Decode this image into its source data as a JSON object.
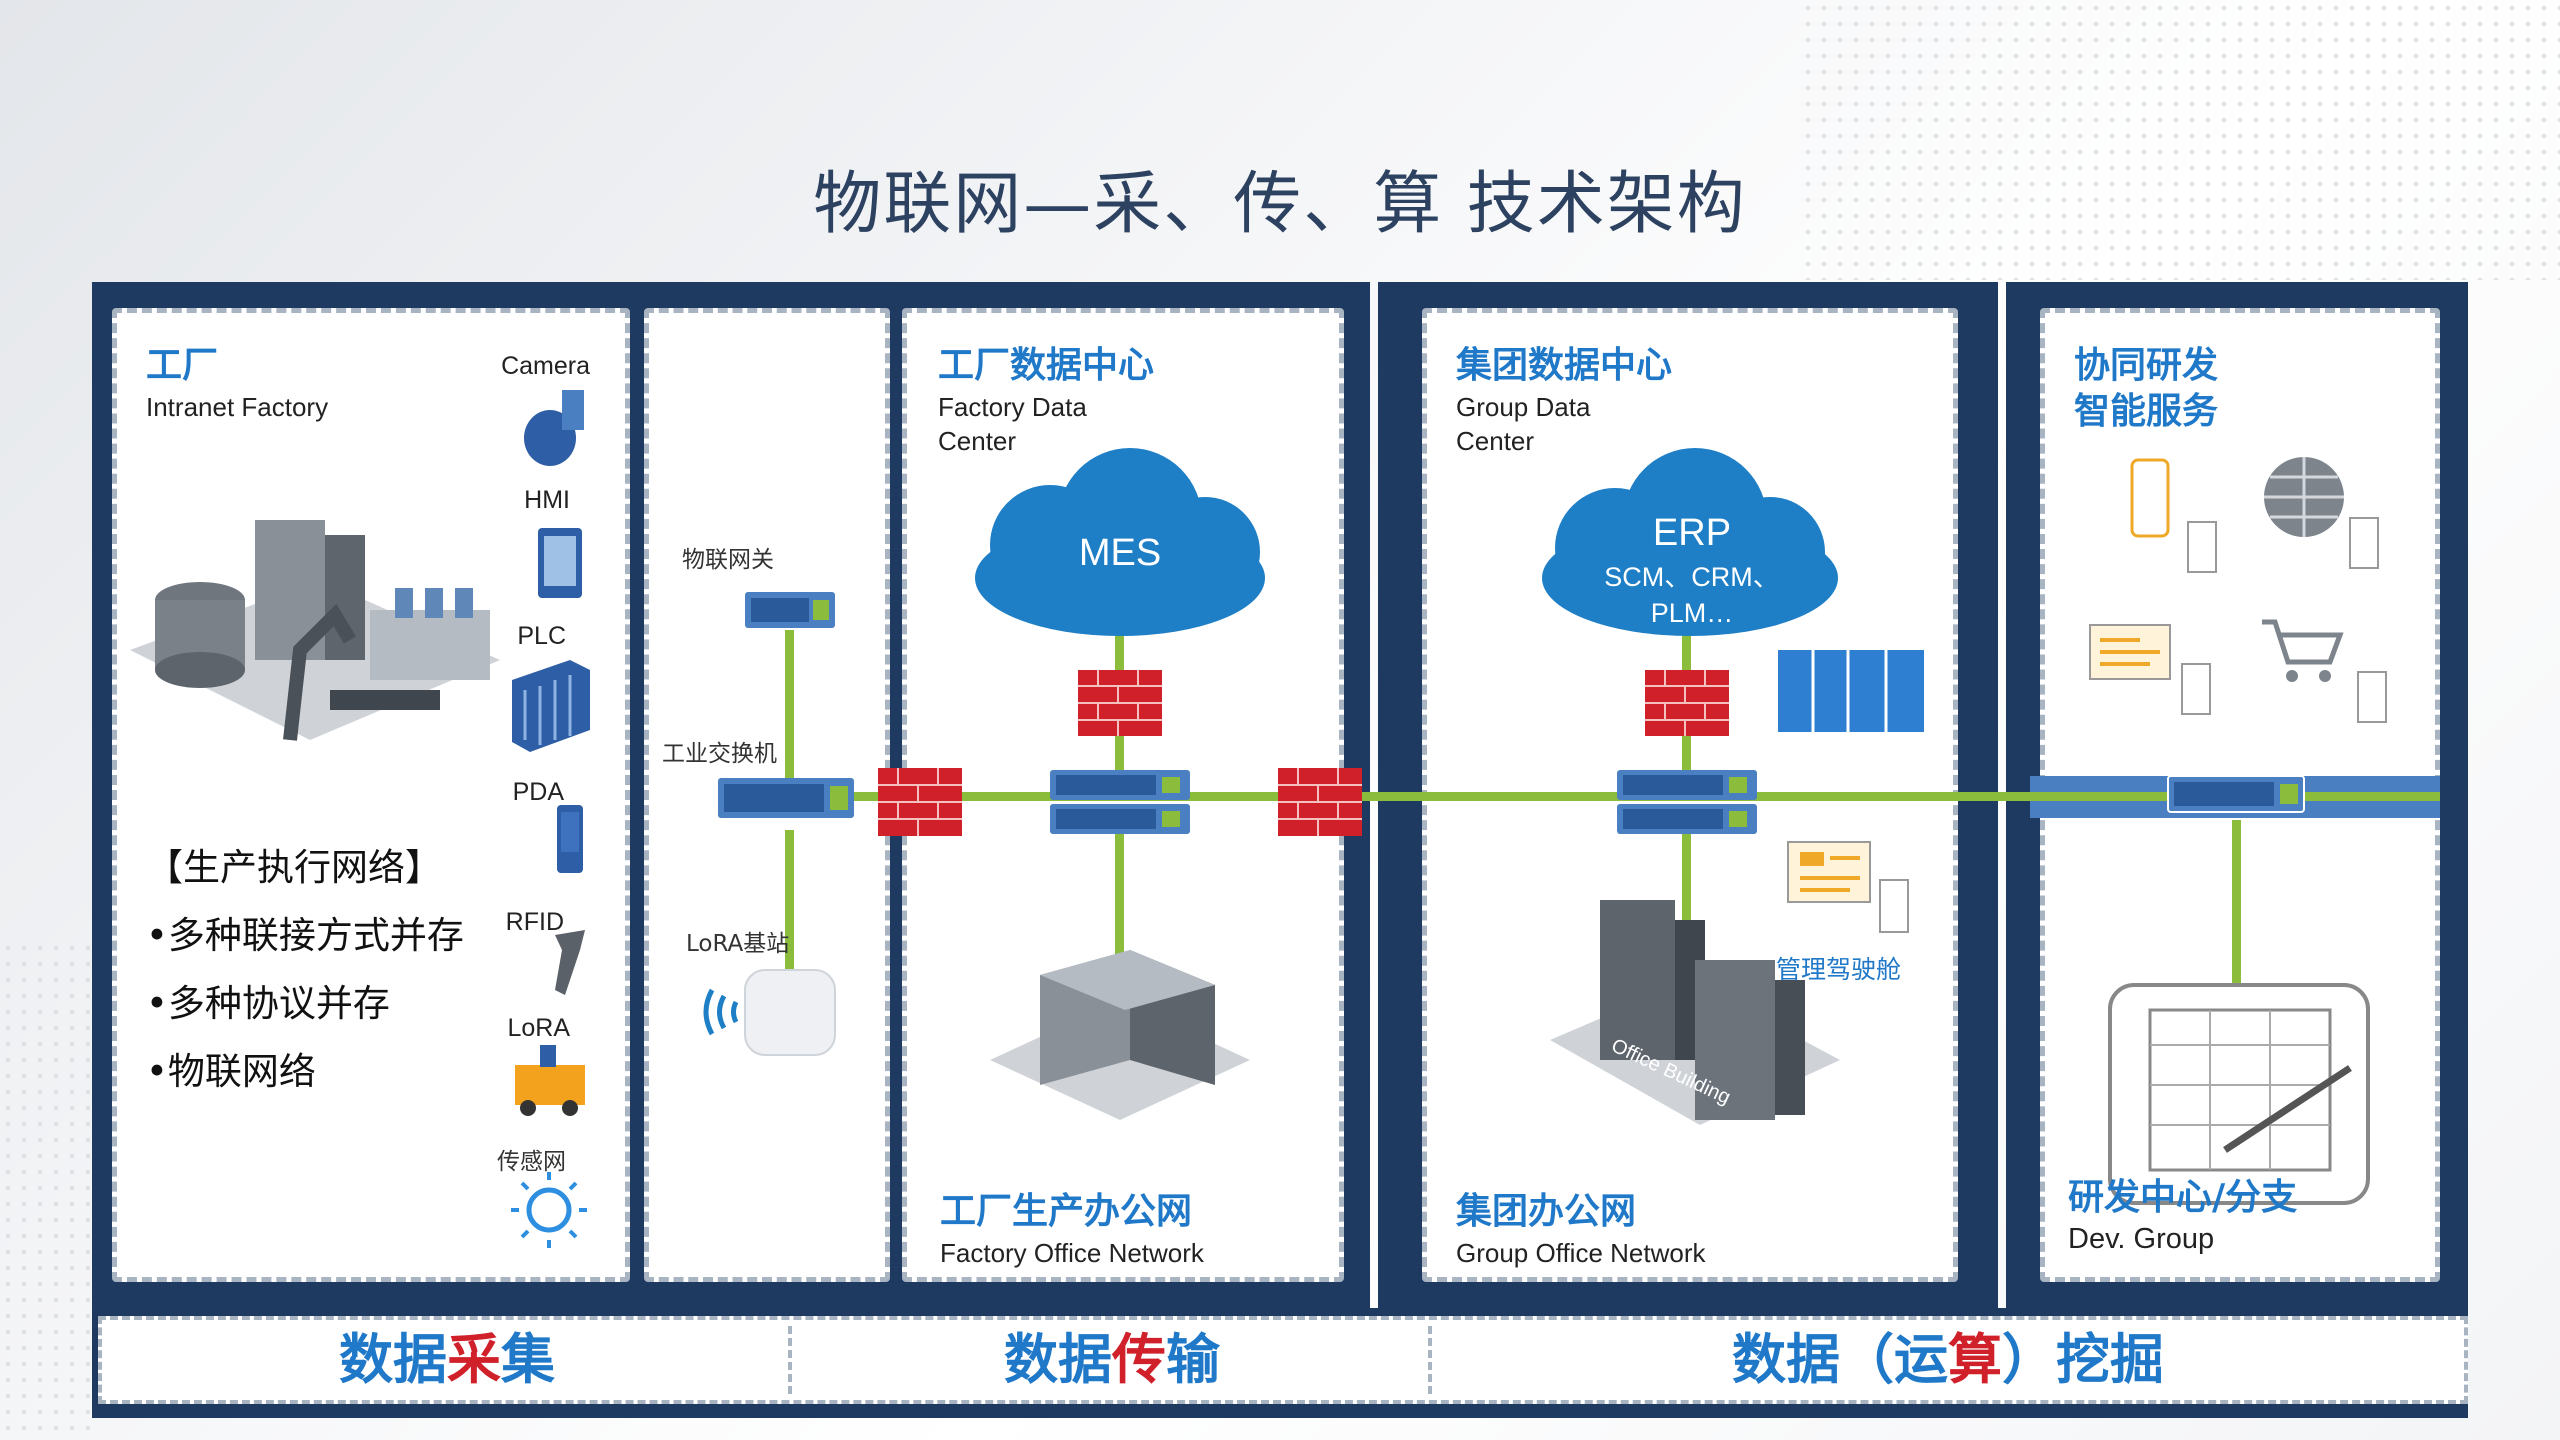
{
  "title": "物联网—采、传、算 技术架构",
  "factory": {
    "title_zh": "工厂",
    "title_en": "Intranet Factory",
    "devices": [
      "Camera",
      "HMI",
      "PLC",
      "PDA",
      "RFID",
      "LoRA",
      "传感网"
    ],
    "list": [
      "【生产执行网络】",
      "•多种联接方式并存",
      "•多种协议并存",
      "•物联网络"
    ]
  },
  "gateway": {
    "iot_gateway": "物联网关",
    "switch": "工业交换机",
    "lora_station": "LoRA基站"
  },
  "factory_dc": {
    "title_zh": "工厂数据中心",
    "title_en_1": "Factory Data",
    "title_en_2": "Center",
    "cloud": "MES",
    "office_zh": "工厂生产办公网",
    "office_en": "Factory Office Network"
  },
  "group_dc": {
    "title_zh": "集团数据中心",
    "title_en_1": "Group Data",
    "title_en_2": "Center",
    "cloud_1": "ERP",
    "cloud_2": "SCM、CRM、",
    "cloud_3": "PLM…",
    "cockpit": "管理驾驶舱",
    "building_text": "Office Building",
    "office_zh": "集团办公网",
    "office_en": "Group Office Network"
  },
  "rd": {
    "title_zh_1": "协同研发",
    "title_zh_2": "智能服务",
    "branch_zh": "研发中心/分支",
    "branch_en": "Dev. Group"
  },
  "bottom": {
    "seg1_a": "数据",
    "seg1_b": "采",
    "seg1_c": "集",
    "seg2_a": "数据",
    "seg2_b": "传",
    "seg2_c": "输",
    "seg3_a": "数据（运",
    "seg3_b": "算",
    "seg3_c": "）挖掘"
  },
  "colors": {
    "frame": "#1f3a60",
    "accent_blue": "#1f78c8",
    "cloud_blue": "#1e7fc6",
    "firewall_red": "#d0202a",
    "link_green": "#8cbc3c"
  }
}
